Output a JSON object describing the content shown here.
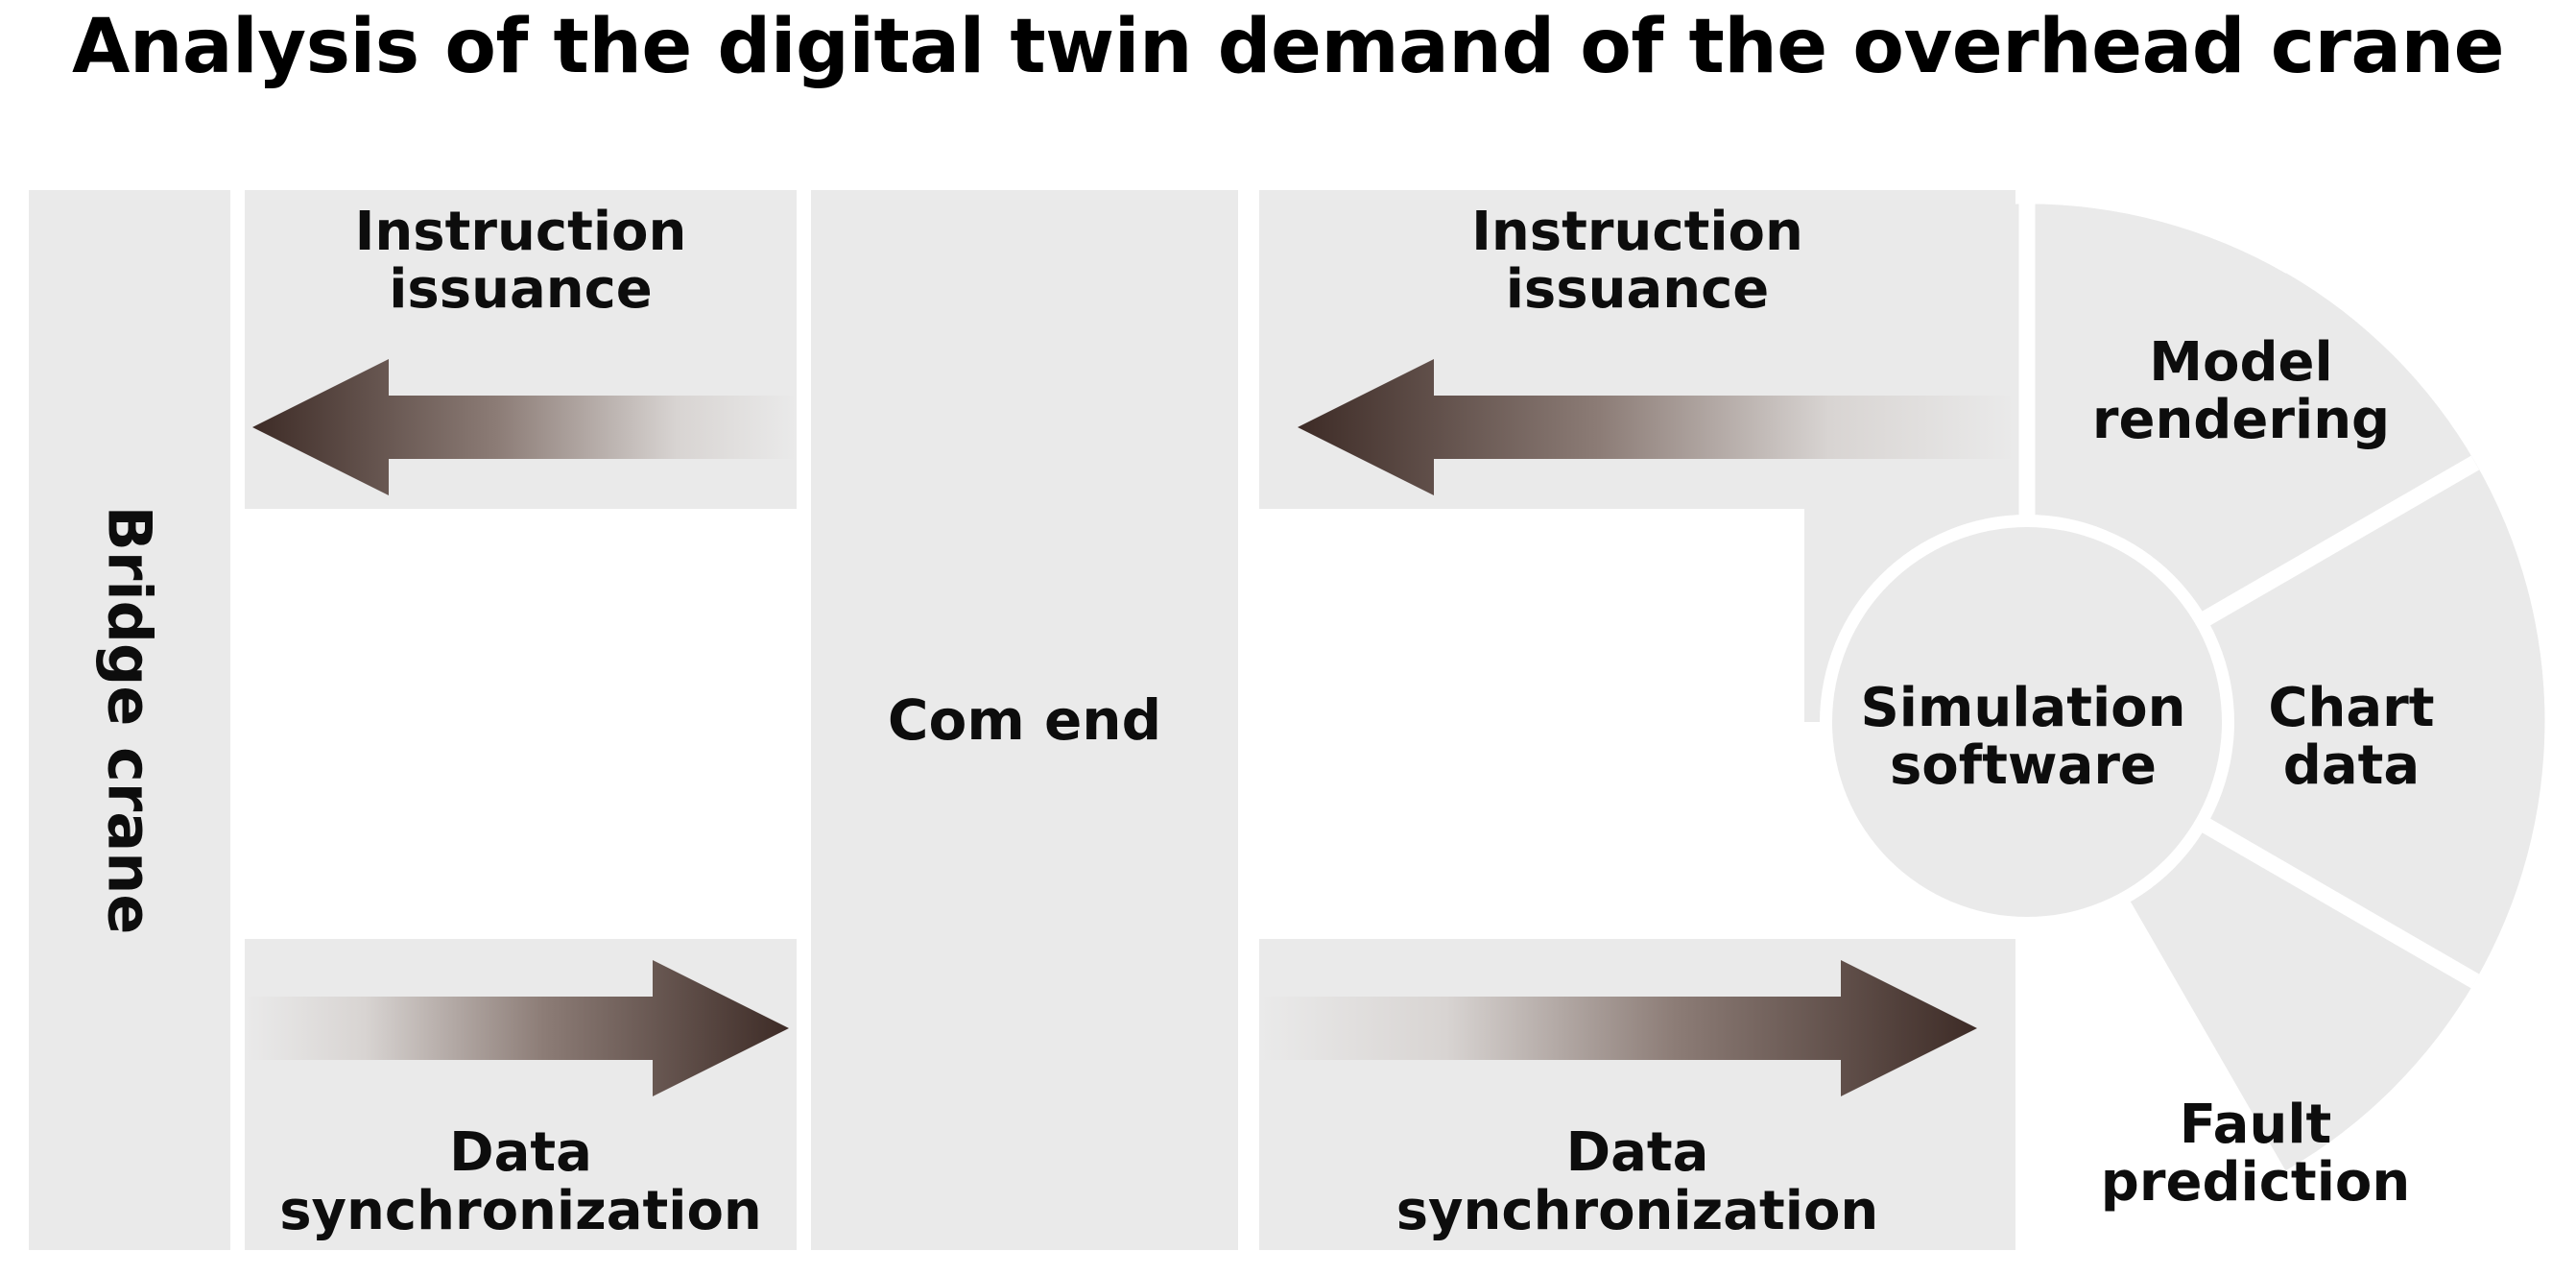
{
  "title": "Analysis of the digital twin demand of the overhead crane",
  "left_column": {
    "label": "Bridge crane"
  },
  "middle_column": {
    "label": "Com end"
  },
  "flows": [
    {
      "id": "instruction-issuance-1",
      "caption": "Instruction\nissuance",
      "direction": "left",
      "caption_position": "top"
    },
    {
      "id": "data-synchronization-1",
      "caption": "Data\nsynchronization",
      "direction": "right",
      "caption_position": "bottom"
    },
    {
      "id": "instruction-issuance-2",
      "caption": "Instruction\nissuance",
      "direction": "left",
      "caption_position": "top"
    },
    {
      "id": "data-synchronization-2",
      "caption": "Data\nsynchronization",
      "direction": "right",
      "caption_position": "bottom"
    }
  ],
  "fan": {
    "hub_label": "Simulation\nsoftware",
    "wedges": [
      {
        "id": "model-rendering",
        "label": "Model\nrendering"
      },
      {
        "id": "chart-data",
        "label": "Chart\ndata"
      },
      {
        "id": "fault-prediction",
        "label": "Fault\nprediction"
      }
    ]
  },
  "colors": {
    "panel_fill": "#eaeaea",
    "background": "#ffffff",
    "text": "#0d0d0d",
    "arrow_dark": "#3d2b26",
    "arrow_light": "#f2f2f2"
  }
}
